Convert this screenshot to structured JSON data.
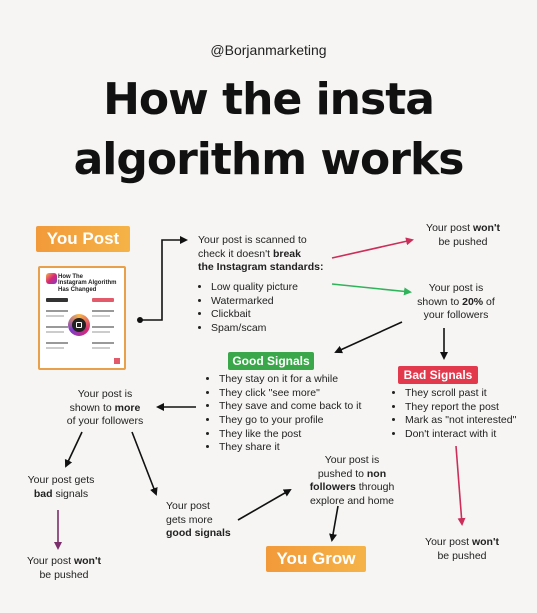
{
  "handle": "@Borjanmarketing",
  "title_line1": "How the insta",
  "title_line2": "algorithm works",
  "you_post": "You Post",
  "scan": {
    "line1": "Your post is scanned to",
    "line2": "check it doesn't ",
    "line2_bold": "break",
    "line3_bold": "the Instagram standards:",
    "items": [
      "Low quality picture",
      "Watermarked",
      "Clickbait",
      "Spam/scam"
    ]
  },
  "not_pushed_top": {
    "pre": "Your post ",
    "bold": "won't",
    "line2": "be pushed"
  },
  "shown_20": {
    "line1": "Your post is",
    "line2_pre": "shown to ",
    "line2_bold": "20%",
    "line2_post": " of",
    "line3": "your followers"
  },
  "good_signals": {
    "label": "Good Signals",
    "items": [
      "They stay on it for a while",
      "They click \"see more\"",
      "They save and come back to it",
      "They go to your profile",
      "They like the post",
      "They share it"
    ]
  },
  "bad_signals": {
    "label": "Bad Signals",
    "items": [
      "They scroll past it",
      "They report the post",
      "Mark as \"not interested\"",
      "Don't interact with it"
    ]
  },
  "shown_more": {
    "line1": "Your post is",
    "line2_pre": "shown to ",
    "line2_bold": "more",
    "line3": "of your followers"
  },
  "bad_gets": {
    "line1": "Your post gets",
    "line2_bold": "bad",
    "line2_post": " signals"
  },
  "good_gets": {
    "line1": "Your post",
    "line2": "gets more",
    "line3_bold": "good signals"
  },
  "non_followers": {
    "line1": "Your post is",
    "line2_pre": "pushed to ",
    "line2_bold": "non",
    "line3_bold": "followers",
    "line3_post": " through",
    "line4": "explore and home"
  },
  "not_pushed_left": {
    "pre": "Your post ",
    "bold": "won't",
    "line2": "be pushed"
  },
  "not_pushed_right": {
    "pre": "Your post ",
    "bold": "won't",
    "line2": "be pushed"
  },
  "you_grow": "You Grow",
  "thumbnail": {
    "title_line1": "How The",
    "title_line2": "Instagram Algorithm",
    "title_line3": "Has Changed"
  },
  "colors": {
    "orange": "#f0a23b",
    "green": "#39b54a",
    "red": "#e33a4c",
    "purple": "#7b2d6c",
    "arrow_red": "#cc2e5a",
    "arrow_green": "#2fb45a"
  }
}
